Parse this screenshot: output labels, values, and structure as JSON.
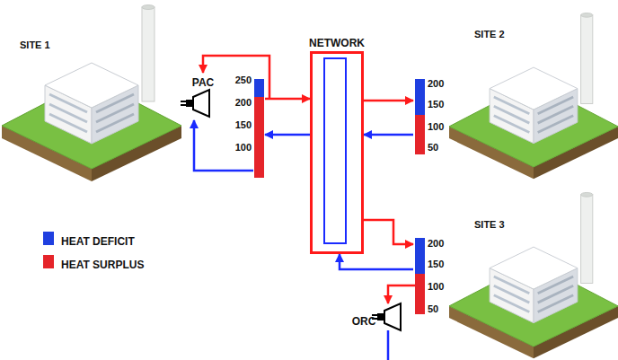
{
  "diagram": {
    "nodes": [
      {
        "text": [
          "SITE 1"
        ]
      },
      {
        "text": [
          "NETWORK"
        ]
      },
      {
        "text": [
          "SITE 2"
        ]
      },
      {
        "text": [
          "SITE 3"
        ]
      }
    ],
    "edges": [
      {
        "from": 0,
        "to": 1,
        "arrow": "to"
      },
      {
        "from": 1,
        "to": 0,
        "arrow": "to"
      },
      {
        "from": 1,
        "to": 2,
        "arrow": "to"
      },
      {
        "from": 2,
        "to": 1,
        "arrow": "to"
      },
      {
        "from": 1,
        "to": 3,
        "arrow": "to"
      },
      {
        "from": 3,
        "to": 1,
        "arrow": "to"
      }
    ],
    "labels": [
      "PAC",
      "250",
      "200",
      "150",
      "100",
      "200",
      "150",
      "100",
      "50",
      "200",
      "150",
      "100",
      "50",
      "ORC"
    ],
    "legend": [
      {
        "text": "HEAT DEFICIT",
        "color": "#1f3fe0"
      },
      {
        "text": "HEAT SURPLUS",
        "color": "#e5242a"
      }
    ]
  }
}
